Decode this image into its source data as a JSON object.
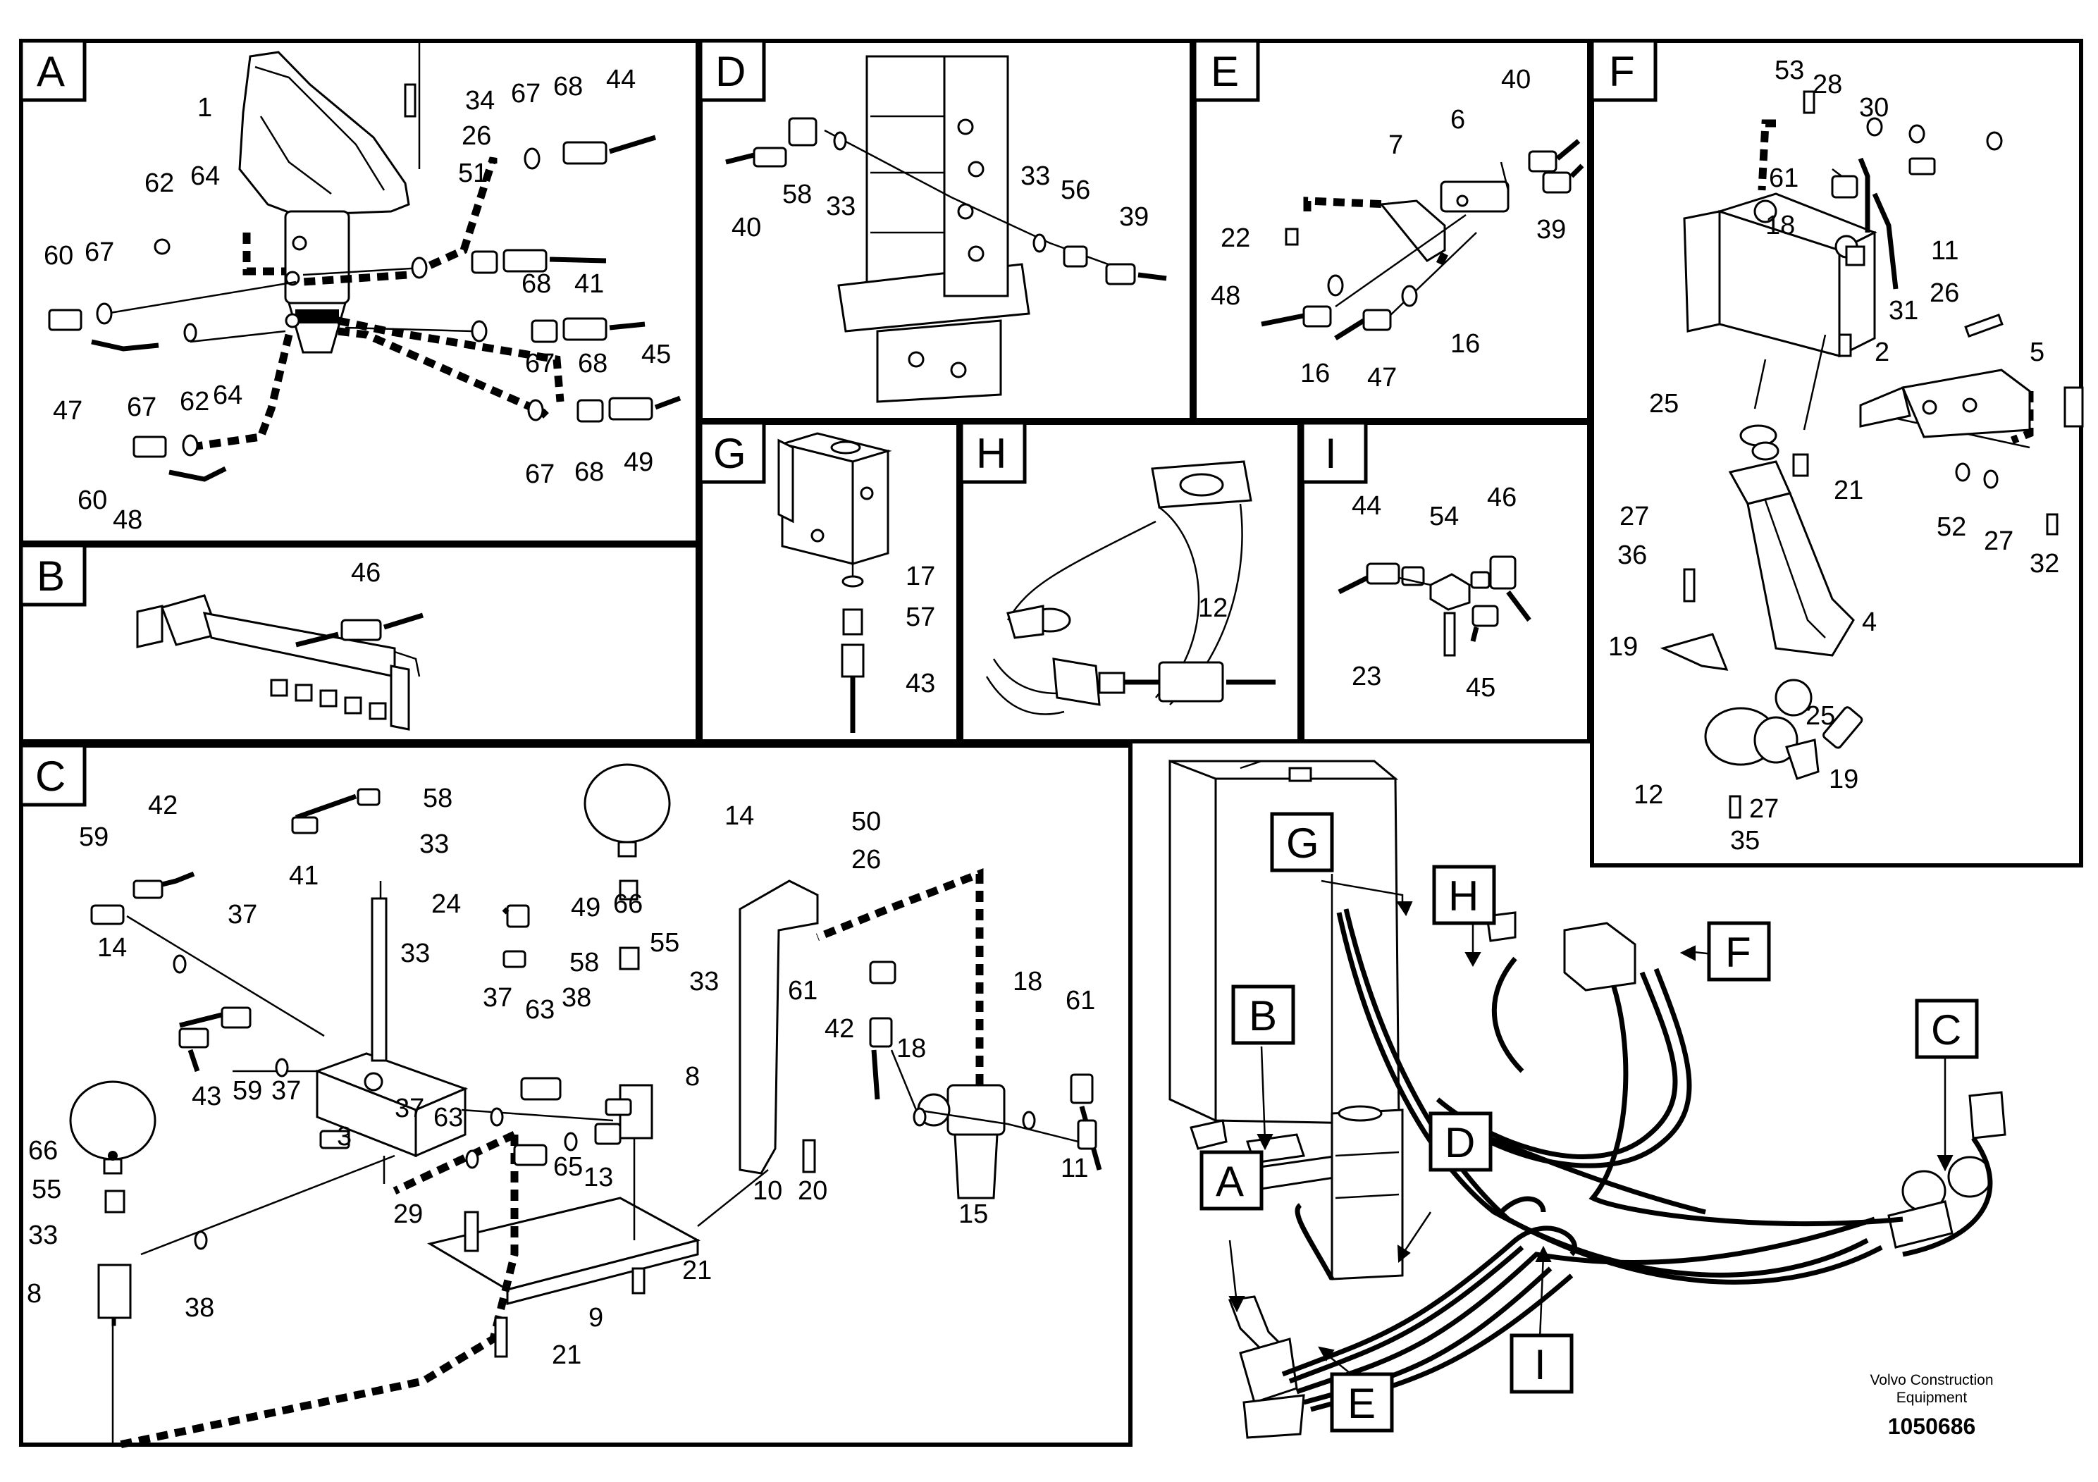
{
  "brand": {
    "line1": "Volvo Construction",
    "line2": "Equipment"
  },
  "doc_number": "1050686",
  "views": {
    "A": {
      "label": "A",
      "callouts": [
        "1",
        "34",
        "67",
        "68",
        "44",
        "26",
        "51",
        "62",
        "64",
        "60",
        "67",
        "68",
        "41",
        "67",
        "67",
        "68",
        "45",
        "47",
        "62",
        "64",
        "67",
        "67",
        "68",
        "49",
        "60",
        "48"
      ]
    },
    "B": {
      "label": "B",
      "callouts": [
        "46"
      ]
    },
    "C": {
      "label": "C",
      "callouts": [
        "42",
        "59",
        "58",
        "41",
        "33",
        "24",
        "14",
        "37",
        "14",
        "43",
        "59",
        "37",
        "33",
        "58",
        "49",
        "37",
        "63",
        "38",
        "3",
        "37",
        "63",
        "65",
        "13",
        "66",
        "55",
        "33",
        "8",
        "66",
        "55",
        "33",
        "8",
        "38",
        "29",
        "9",
        "21",
        "21",
        "50",
        "26",
        "10",
        "20",
        "61",
        "42",
        "18",
        "18",
        "61",
        "15",
        "11"
      ]
    },
    "D": {
      "label": "D",
      "callouts": [
        "40",
        "58",
        "33",
        "33",
        "56",
        "39"
      ]
    },
    "E": {
      "label": "E",
      "callouts": [
        "40",
        "7",
        "6",
        "39",
        "22",
        "48",
        "16",
        "47",
        "16"
      ]
    },
    "F": {
      "label": "F",
      "callouts": [
        "53",
        "28",
        "30",
        "61",
        "18",
        "11",
        "31",
        "26",
        "2",
        "5",
        "25",
        "21",
        "27",
        "36",
        "52",
        "27",
        "32",
        "4",
        "19",
        "25",
        "12",
        "19",
        "27",
        "35"
      ]
    },
    "G": {
      "label": "G",
      "callouts": [
        "17",
        "57",
        "43"
      ]
    },
    "H": {
      "label": "H",
      "callouts": [
        "12"
      ]
    },
    "I": {
      "label": "I",
      "callouts": [
        "44",
        "54",
        "46",
        "23",
        "45"
      ]
    }
  },
  "overview": {
    "tags": [
      "G",
      "H",
      "F",
      "B",
      "C",
      "D",
      "A",
      "E",
      "I"
    ]
  }
}
